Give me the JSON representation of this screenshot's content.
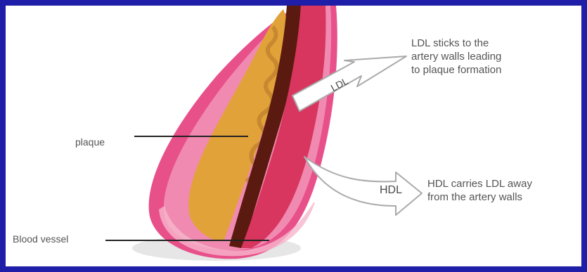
{
  "labels": {
    "ldl_arrow": "LDL",
    "hdl_arrow": "HDL",
    "ldl_note": "LDL sticks to the\nartery walls leading\nto plaque formation",
    "hdl_note": "HDL carries LDL away\nfrom the artery walls",
    "plaque": "plaque",
    "blood_vessel": "Blood vessel"
  },
  "colors": {
    "frame": "#1e1ea8",
    "vessel_wall": "#e8508a",
    "vessel_inner": "#f08ab0",
    "lumen": "#d8365e",
    "plaque": "#e2a23a",
    "plaque_dark": "#5a1a10"
  }
}
